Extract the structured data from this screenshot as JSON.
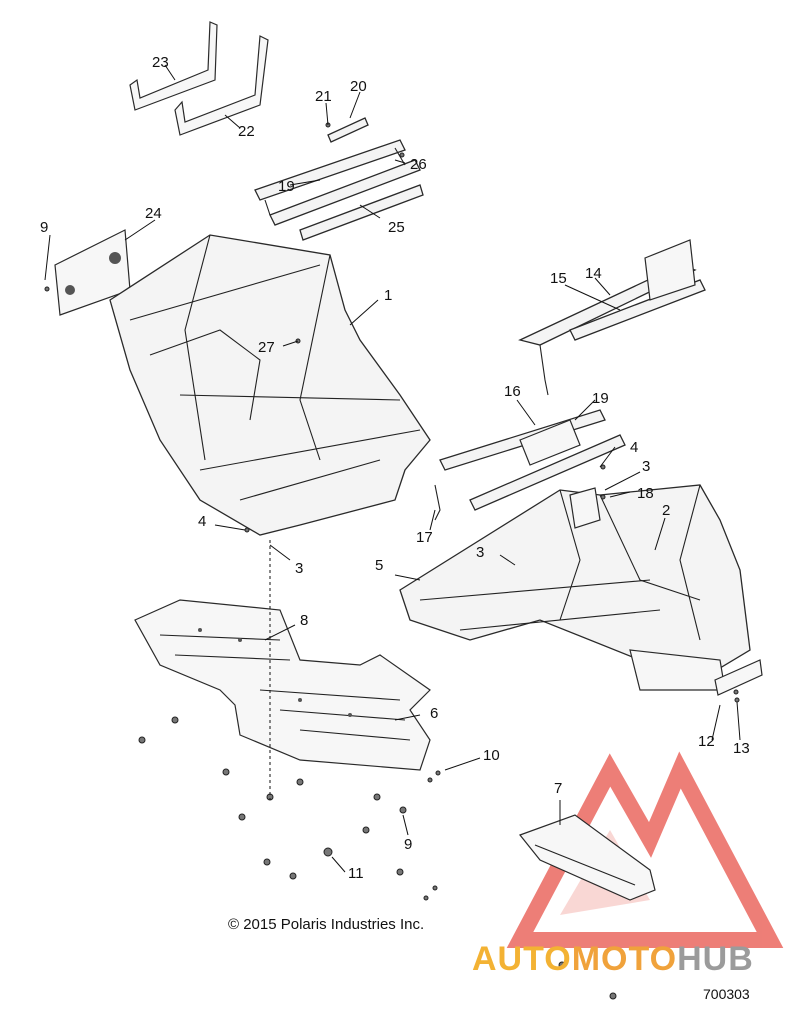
{
  "diagram": {
    "callouts": [
      "1",
      "2",
      "3",
      "3",
      "3",
      "4",
      "4",
      "5",
      "6",
      "7",
      "8",
      "9",
      "9",
      "10",
      "11",
      "12",
      "13",
      "14",
      "15",
      "16",
      "17",
      "18",
      "19",
      "19",
      "20",
      "21",
      "22",
      "23",
      "24",
      "25",
      "26",
      "27"
    ],
    "copyright": "© 2015 Polaris Industries Inc.",
    "document_number": "700303"
  },
  "watermark": {
    "brand_part1": "AUTO",
    "brand_part2": "MOTO",
    "brand_part3": "HUB",
    "colors": {
      "triangle": "#e8534a",
      "auto": "#f3b233",
      "moto": "#f0a23b",
      "hub": "#9b9b9b"
    }
  }
}
